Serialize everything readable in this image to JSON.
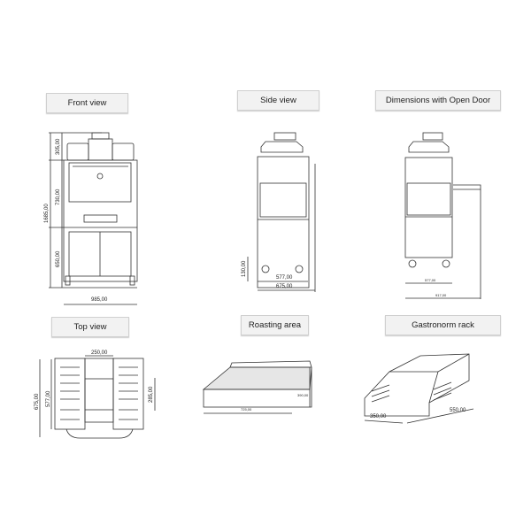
{
  "sections": {
    "front": {
      "title": "Front view",
      "dims": {
        "top": "305,00",
        "middle": "730,00",
        "total": "1685,00",
        "bottom": "650,00",
        "width": "985,00"
      }
    },
    "side": {
      "title": "Side view",
      "dims": {
        "wheel": "130,00",
        "inner": "577,00",
        "depth": "675,00"
      }
    },
    "open_door": {
      "title": "Dimensions with Open Door",
      "dims": {
        "inner": "577,00",
        "open": "917,00"
      }
    },
    "top": {
      "title": "Top view",
      "dims": {
        "chimney": "250,00",
        "depth": "675,00",
        "inner": "577,00",
        "grill": "285,00"
      }
    },
    "roasting": {
      "title": "Roasting area",
      "dims": {
        "width": "725,00",
        "depth": "390,00"
      }
    },
    "gastronorm": {
      "title": "Gastronorm rack",
      "dims": {
        "depth": "350,00",
        "width": "550,00"
      }
    }
  }
}
